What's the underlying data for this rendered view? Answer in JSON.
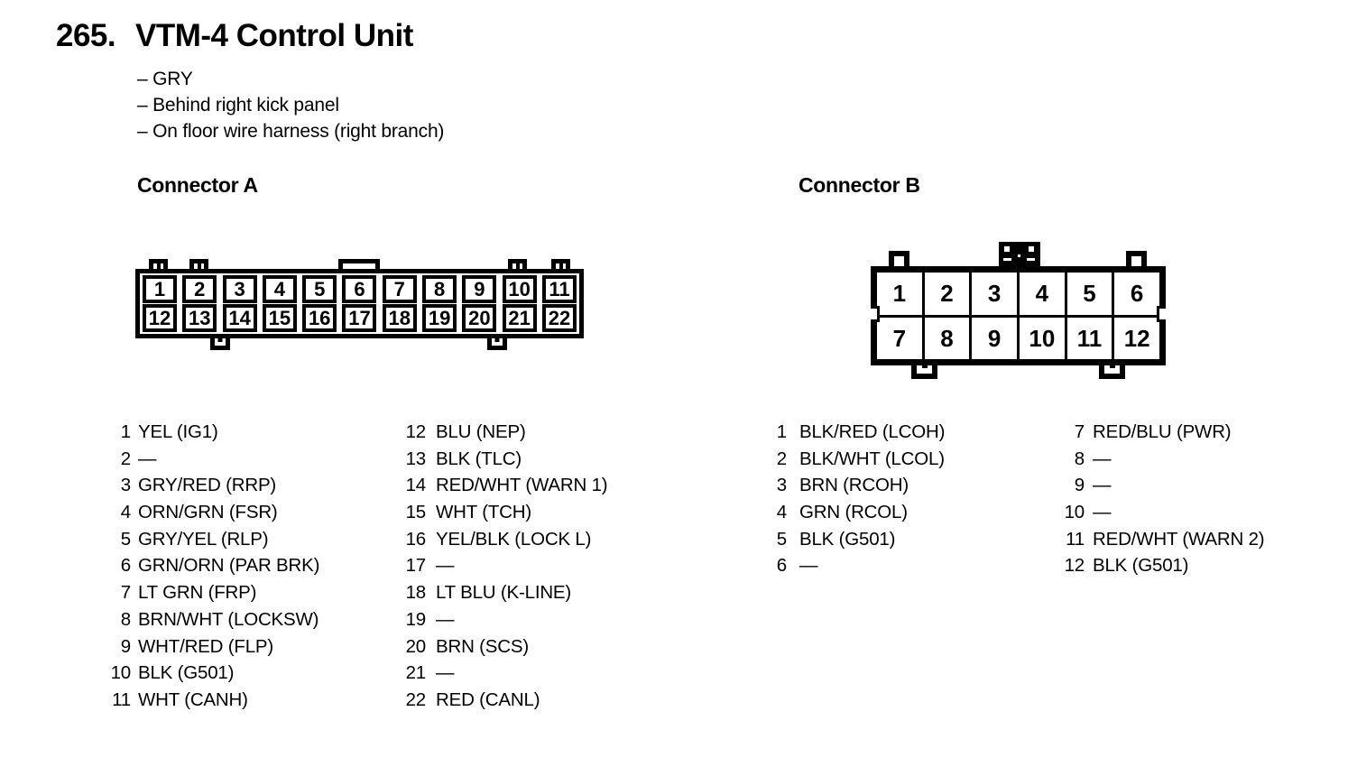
{
  "colors": {
    "ink": "#000000",
    "paper": "#ffffff"
  },
  "page": {
    "section_number": "265.",
    "title": "VTM-4 Control Unit",
    "details": [
      "– GRY",
      "– Behind right kick panel",
      "– On floor wire harness (right branch)"
    ]
  },
  "connector_a": {
    "heading": "Connector A",
    "top_row_pins": [
      "1",
      "2",
      "3",
      "4",
      "5",
      "6",
      "7",
      "8",
      "9",
      "10",
      "11"
    ],
    "bottom_row_pins": [
      "12",
      "13",
      "14",
      "15",
      "16",
      "17",
      "18",
      "19",
      "20",
      "21",
      "22"
    ],
    "pins_col1": [
      {
        "pin": "1",
        "wire": "YEL (IG1)"
      },
      {
        "pin": "2",
        "wire": "—"
      },
      {
        "pin": "3",
        "wire": "GRY/RED (RRP)"
      },
      {
        "pin": "4",
        "wire": "ORN/GRN (FSR)"
      },
      {
        "pin": "5",
        "wire": "GRY/YEL (RLP)"
      },
      {
        "pin": "6",
        "wire": "GRN/ORN (PAR BRK)"
      },
      {
        "pin": "7",
        "wire": "LT GRN (FRP)"
      },
      {
        "pin": "8",
        "wire": "BRN/WHT (LOCKSW)"
      },
      {
        "pin": "9",
        "wire": "WHT/RED (FLP)"
      },
      {
        "pin": "10",
        "wire": "BLK (G501)"
      },
      {
        "pin": "11",
        "wire": "WHT (CANH)"
      }
    ],
    "pins_col2": [
      {
        "pin": "12",
        "wire": "BLU (NEP)"
      },
      {
        "pin": "13",
        "wire": "BLK (TLC)"
      },
      {
        "pin": "14",
        "wire": "RED/WHT (WARN 1)"
      },
      {
        "pin": "15",
        "wire": "WHT (TCH)"
      },
      {
        "pin": "16",
        "wire": "YEL/BLK (LOCK L)"
      },
      {
        "pin": "17",
        "wire": "—"
      },
      {
        "pin": "18",
        "wire": "LT BLU (K-LINE)"
      },
      {
        "pin": "19",
        "wire": "—"
      },
      {
        "pin": "20",
        "wire": "BRN (SCS)"
      },
      {
        "pin": "21",
        "wire": "—"
      },
      {
        "pin": "22",
        "wire": "RED (CANL)"
      }
    ]
  },
  "connector_b": {
    "heading": "Connector B",
    "top_row_pins": [
      "1",
      "2",
      "3",
      "4",
      "5",
      "6"
    ],
    "bottom_row_pins": [
      "7",
      "8",
      "9",
      "10",
      "11",
      "12"
    ],
    "pins_col1": [
      {
        "pin": "1",
        "wire": "BLK/RED (LCOH)"
      },
      {
        "pin": "2",
        "wire": "BLK/WHT (LCOL)"
      },
      {
        "pin": "3",
        "wire": "BRN (RCOH)"
      },
      {
        "pin": "4",
        "wire": "GRN (RCOL)"
      },
      {
        "pin": "5",
        "wire": "BLK (G501)"
      },
      {
        "pin": "6",
        "wire": "—"
      }
    ],
    "pins_col2": [
      {
        "pin": "7",
        "wire": "RED/BLU (PWR)"
      },
      {
        "pin": "8",
        "wire": "—"
      },
      {
        "pin": "9",
        "wire": "—"
      },
      {
        "pin": "10",
        "wire": "—"
      },
      {
        "pin": "11",
        "wire": "RED/WHT (WARN 2)"
      },
      {
        "pin": "12",
        "wire": "BLK (G501)"
      }
    ]
  }
}
